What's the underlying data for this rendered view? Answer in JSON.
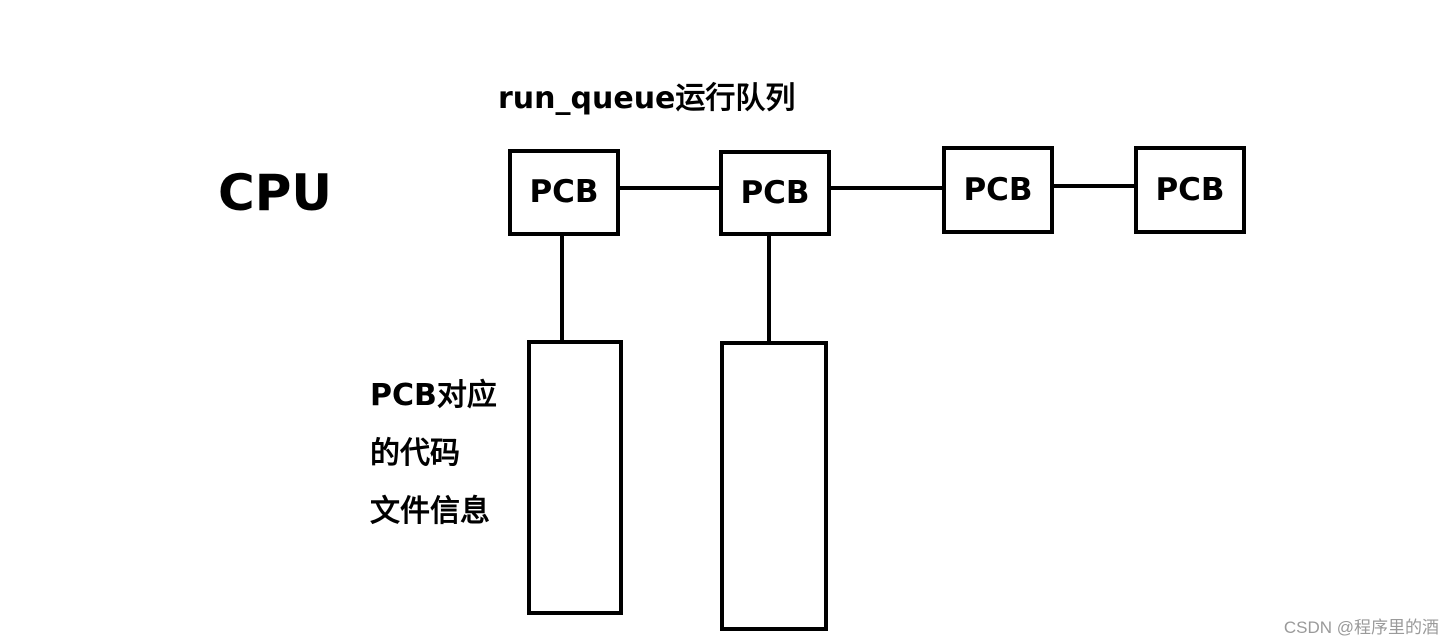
{
  "diagram": {
    "queue_title": "run_queue运行队列",
    "cpu_label": "CPU",
    "pcb_nodes": [
      {
        "label": "PCB"
      },
      {
        "label": "PCB"
      },
      {
        "label": "PCB"
      },
      {
        "label": "PCB"
      }
    ],
    "code_description": {
      "line1": "PCB对应",
      "line2": "的代码",
      "line3": "文件信息"
    }
  },
  "watermark": "CSDN @程序里的酒",
  "colors": {
    "stroke": "#000000",
    "background": "#ffffff",
    "watermark": "#9a9a9a"
  }
}
